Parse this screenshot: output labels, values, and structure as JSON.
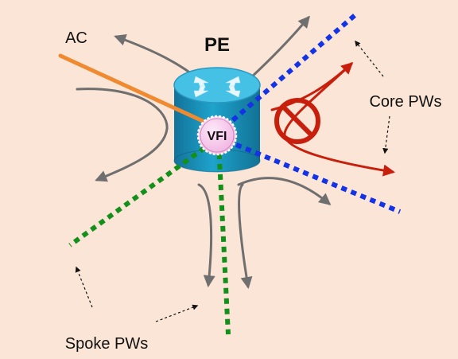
{
  "labels": {
    "pe": "PE",
    "ac": "AC",
    "vfi": "VFI",
    "core_pws": "Core PWs",
    "spoke_pws": "Spoke PWs"
  },
  "colors": {
    "background": "#fbe5d6",
    "router_body": "#1c9bc4",
    "router_top": "#4ec6e8",
    "ac_line": "#f08a30",
    "core_pw_line": "#1432e6",
    "spoke_pw_line": "#13901a",
    "traffic_arrow": "#6f6f6f",
    "blocked_arrow": "#c81e0c",
    "vfi_fill": "#f8c4ec"
  },
  "icons": {
    "router": "router-icon",
    "blocked": "no-entry-icon"
  }
}
